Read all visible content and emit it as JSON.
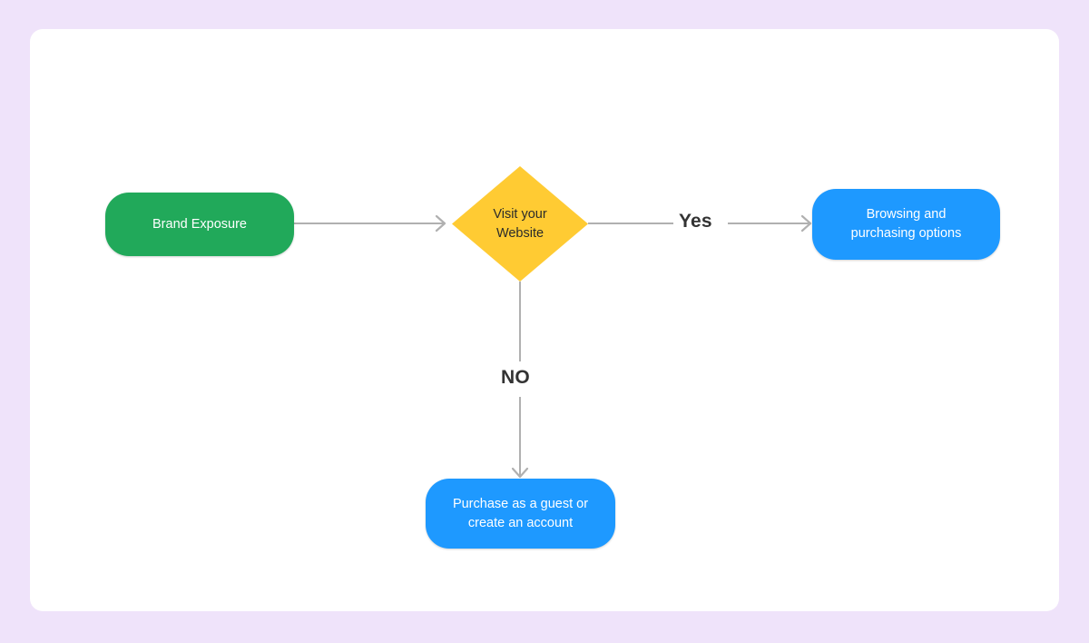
{
  "page": {
    "background_color": "#efe3fa",
    "card_background": "#ffffff"
  },
  "diagram": {
    "type": "flowchart",
    "edge_color": "#b0b0b0",
    "nodes": [
      {
        "id": "brand-exposure",
        "label": "Brand Exposure",
        "shape": "rounded-rectangle",
        "fill": "#21a95a",
        "text_color": "#ffffff"
      },
      {
        "id": "visit-website",
        "label": "Visit your\nWebsite",
        "shape": "diamond",
        "fill": "#ffcb33",
        "text_color": "#2b2b2b"
      },
      {
        "id": "browsing-options",
        "label": "Browsing and\npurchasing options",
        "shape": "rounded-rectangle",
        "fill": "#1e99ff",
        "text_color": "#ffffff"
      },
      {
        "id": "purchase-guest",
        "label": "Purchase as a guest or\ncreate an account",
        "shape": "rounded-rectangle",
        "fill": "#1e99ff",
        "text_color": "#ffffff"
      }
    ],
    "edges": [
      {
        "id": "brand-to-visit",
        "from": "brand-exposure",
        "to": "visit-website",
        "label": ""
      },
      {
        "id": "visit-to-browsing",
        "from": "visit-website",
        "to": "browsing-options",
        "label": "Yes"
      },
      {
        "id": "visit-to-purchase",
        "from": "visit-website",
        "to": "purchase-guest",
        "label": "NO"
      }
    ]
  }
}
